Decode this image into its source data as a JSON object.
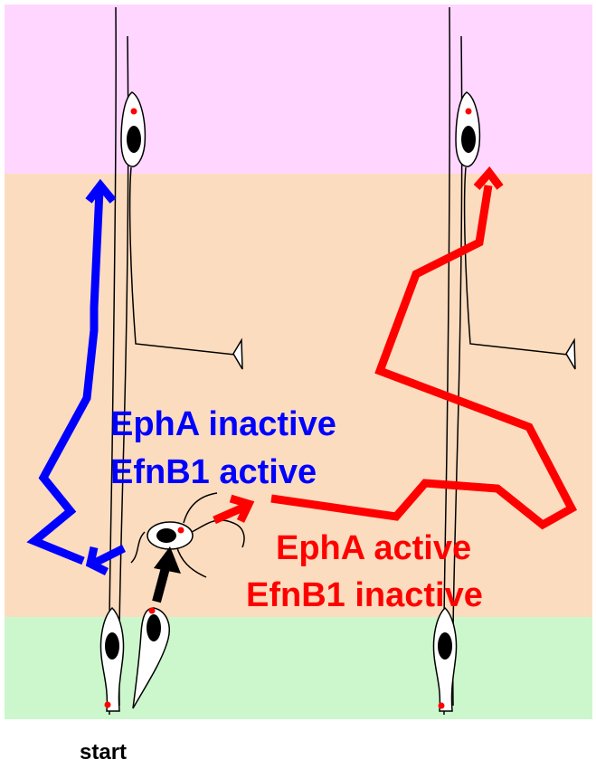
{
  "labels": {
    "blue_line1": "EphA inactive",
    "blue_line2": "EfnB1 active",
    "red_line1": "EphA active",
    "red_line2": "EfnB1 inactive",
    "start": "start"
  },
  "colors": {
    "upper_zone": "#FFD6FF",
    "middle_zone": "#FCDCBE",
    "lower_zone": "#CCF7CC",
    "blue_path": "#0000FF",
    "red_path": "#FF0000",
    "black_arrow": "#000000",
    "nucleus": "#000000",
    "nucleolus": "#FF0000"
  }
}
